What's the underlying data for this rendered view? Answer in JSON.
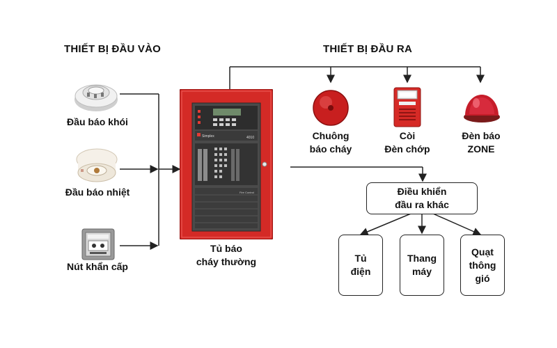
{
  "inputs": {
    "header": "THIẾT BỊ ĐẦU VÀO",
    "items": [
      {
        "label": "Đầu báo khói",
        "icon": "smoke-detector-icon"
      },
      {
        "label": "Đầu báo nhiệt",
        "icon": "heat-detector-icon"
      },
      {
        "label": "Nút khẩn cấp",
        "icon": "manual-call-point-icon"
      }
    ]
  },
  "outputs": {
    "header": "THIẾT BỊ ĐẦU RA",
    "items": [
      {
        "line1": "Chuông",
        "line2": "báo cháy",
        "icon": "fire-bell-icon"
      },
      {
        "line1": "Còi",
        "line2": "Đèn chớp",
        "icon": "horn-strobe-icon"
      },
      {
        "line1": "Đèn báo",
        "line2": "ZONE",
        "icon": "zone-lamp-icon"
      }
    ]
  },
  "panel": {
    "line1": "Tủ báo",
    "line2": "cháy thường",
    "brand": "Simplex",
    "model": "4010",
    "caption": "Fire Control"
  },
  "control": {
    "line1": "Điều khiển",
    "line2": "đầu ra khác",
    "targets": [
      {
        "line1": "Tủ",
        "line2": "điện",
        "line3": ""
      },
      {
        "line1": "Thang",
        "line2": "máy",
        "line3": ""
      },
      {
        "line1": "Quạt",
        "line2": "thông",
        "line3": "gió"
      }
    ]
  },
  "colors": {
    "panel_red": "#d42a26",
    "line": "#222222"
  }
}
